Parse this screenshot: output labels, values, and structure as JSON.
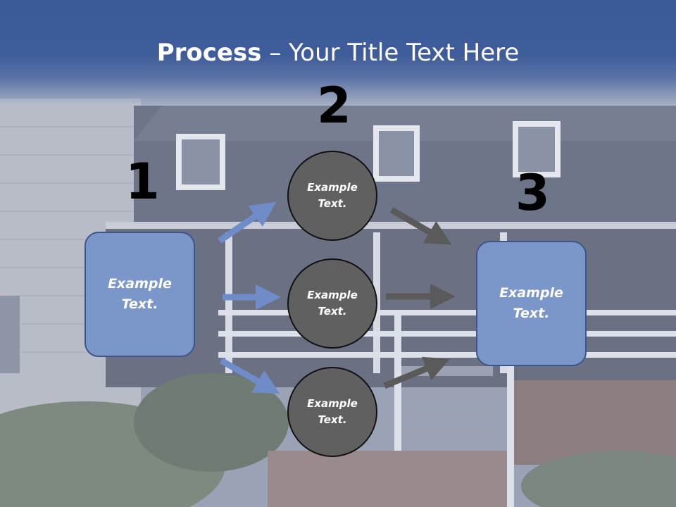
{
  "title": {
    "bold": "Process",
    "rest": " – Your Title Text Here"
  },
  "steps": [
    {
      "number": "1",
      "label": "Example Text."
    },
    {
      "number": "2",
      "label": "Example Text."
    },
    {
      "number": "3",
      "label": "Example Text."
    }
  ],
  "nodes": [
    {
      "label": "Example Text."
    },
    {
      "label": "Example Text."
    },
    {
      "label": "Example Text."
    }
  ],
  "colors": {
    "header_blue": "#3c5a98",
    "box_fill": "#7b96c9",
    "circle_fill": "#606060",
    "blue_arrow": "#6f8bc8",
    "gray_arrow": "#5a5a5a"
  }
}
